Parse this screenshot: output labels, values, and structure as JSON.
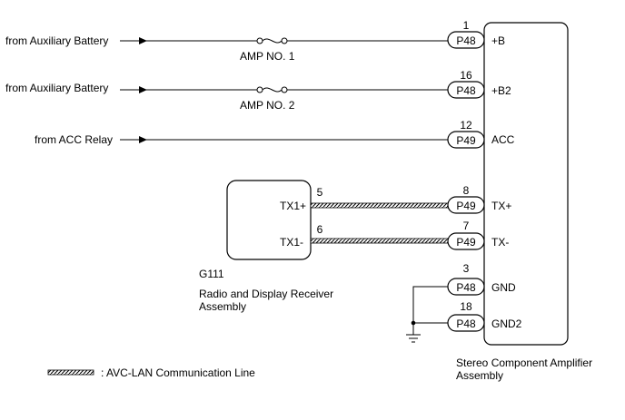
{
  "sources": {
    "aux1": "from Auxiliary Battery",
    "aux2": "from Auxiliary Battery",
    "acc": "from ACC Relay"
  },
  "fuses": {
    "f1": "AMP NO. 1",
    "f2": "AMP NO. 2"
  },
  "amplifier": {
    "name_line1": "Stereo Component Amplifier",
    "name_line2": "Assembly",
    "terminals": {
      "b": "+B",
      "b2": "+B2",
      "acc": "ACC",
      "txp": "TX+",
      "txm": "TX-",
      "gnd": "GND",
      "gnd2": "GND2"
    },
    "pins": {
      "b": "1",
      "b2": "16",
      "acc": "12",
      "txp": "8",
      "txm": "7",
      "gnd": "3",
      "gnd2": "18"
    },
    "connectors": {
      "b": "P48",
      "b2": "P48",
      "acc": "P49",
      "txp": "P49",
      "txm": "P49",
      "gnd": "P48",
      "gnd2": "P48"
    }
  },
  "receiver": {
    "code": "G111",
    "name_line1": "Radio and Display Receiver",
    "name_line2": "Assembly",
    "terminals": {
      "txp": "TX1+",
      "txm": "TX1-"
    },
    "pins": {
      "txp": "5",
      "txm": "6"
    }
  },
  "legend": {
    "label": ": AVC-LAN Communication Line"
  }
}
